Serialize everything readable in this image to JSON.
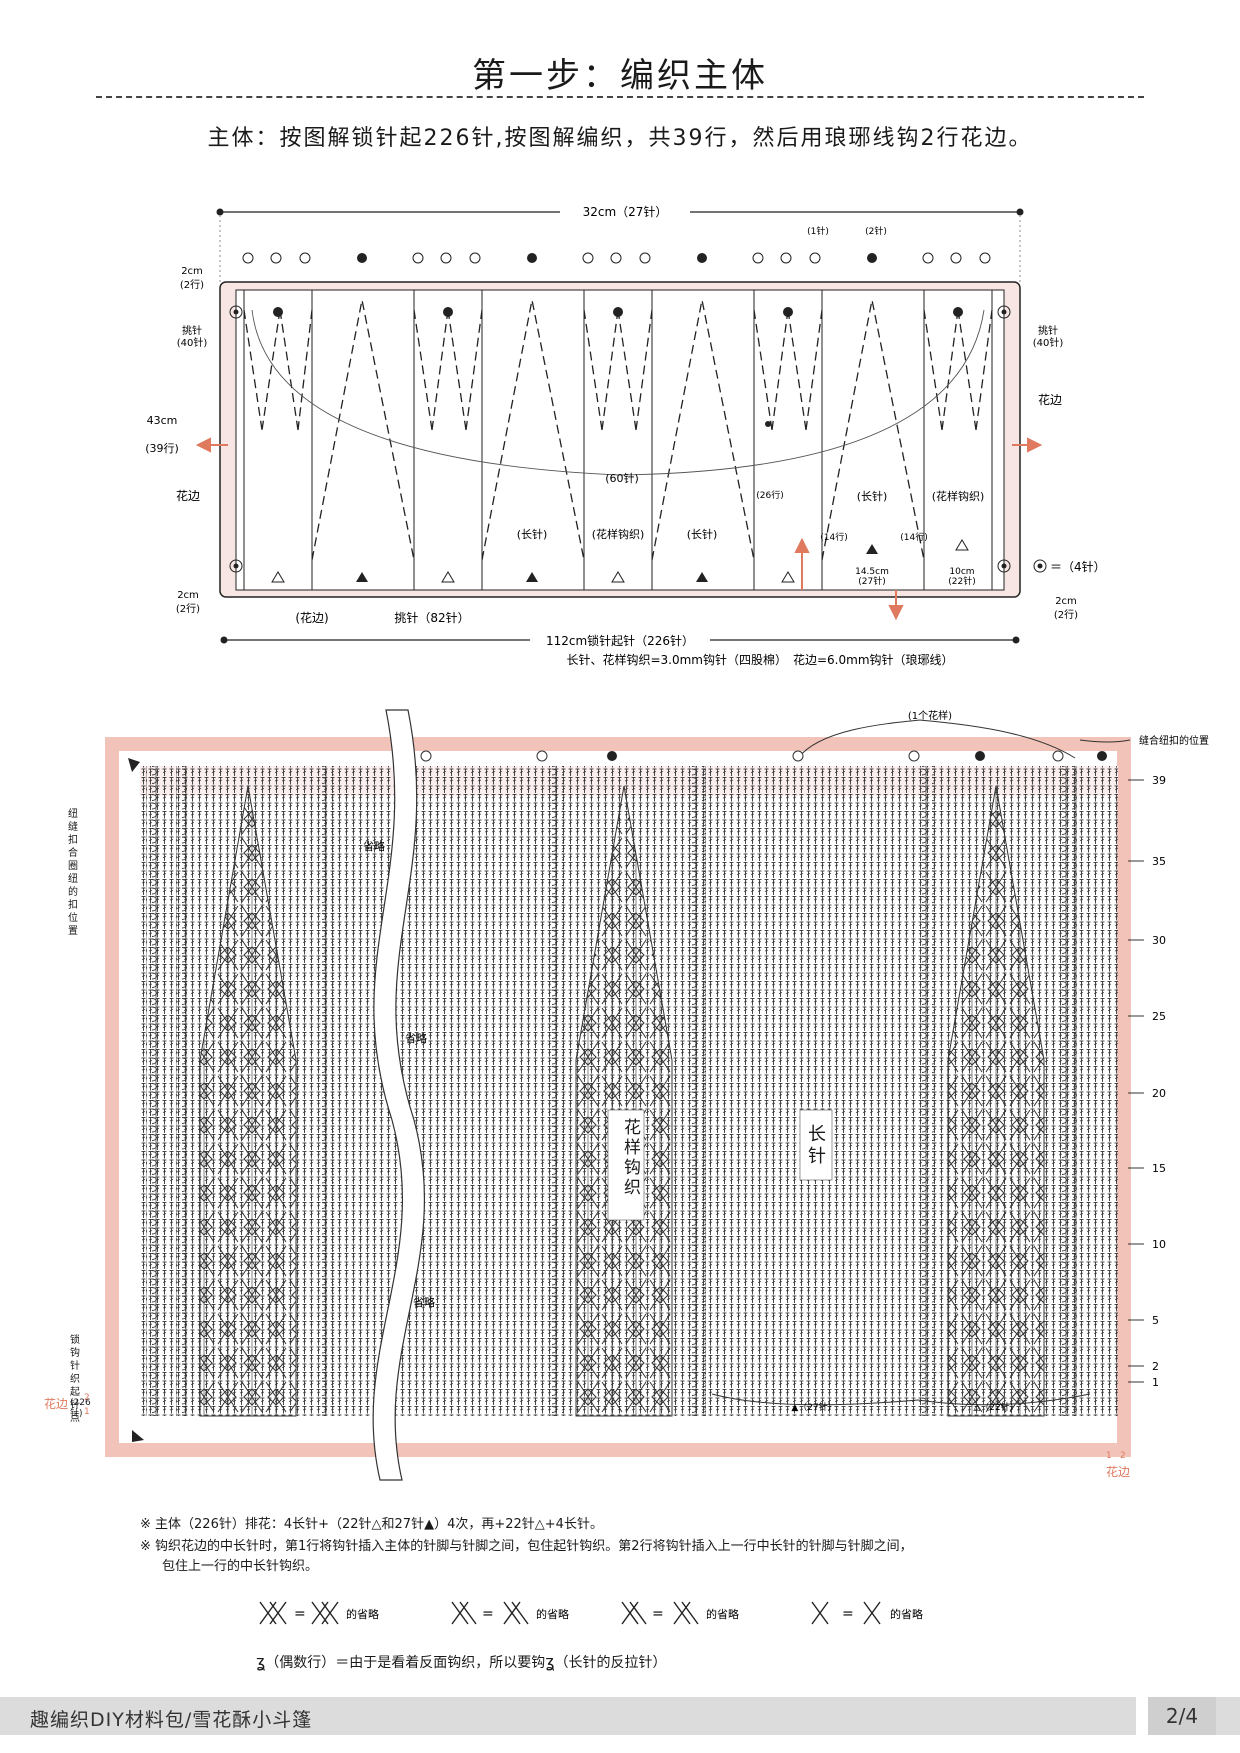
{
  "title": "第一步：编织主体",
  "intro": "主体：按图解锁针起226针,按图解编织，共39行，然后用琅琊线钩2行花边。",
  "schematic": {
    "top_width": "32cm（27针）",
    "stitch_1": "(1针)",
    "stitch_2": "(2针)",
    "dim_2cm": "2cm",
    "dim_2rows": "(2行)",
    "pickup": "挑针",
    "pickup_count": "(40针)",
    "height": "43cm",
    "height_rows": "(39行)",
    "edging": "花边",
    "span_60": "(60针)",
    "rows_26": "(26行)",
    "rows_14": "(14行)",
    "dc": "(长针)",
    "pattern": "(花样钩织)",
    "width_145": "14.5cm",
    "stitches_27": "(27针)",
    "width_10": "10cm",
    "stitches_22": "(22针)",
    "legend_dot": "＝（4针）",
    "edging_label": "(花边)",
    "pickup_82": "挑针（82针）",
    "bottom_chain": "112cm锁针起针（226针）",
    "hooks": "长针、花样钩织=3.0mm钩针（四股棉）　花边=6.0mm钩针（琅琊线）"
  },
  "chart": {
    "one_repeat": "(1个花样)",
    "edging": "花边",
    "row_labels": [
      "39",
      "35",
      "30",
      "25",
      "20",
      "15",
      "10",
      "5",
      "2",
      "1"
    ],
    "edge_rows": [
      "2",
      "1"
    ],
    "button_left": "纽缝扣合圈纽的扣位置",
    "button_right": "缝合纽扣的位置",
    "chain_start": "锁钩针织起针点",
    "chain_count": "(226针)",
    "omit": "省略",
    "pattern_label": "花样钩织",
    "dc_label": "长针",
    "bottom_27": "▲（27针）",
    "bottom_22": "△（22针）"
  },
  "notes": [
    "※ 主体（226针）排花：4长针+（22针△和27针▲）4次，再+22针△+4长针。",
    "※ 钩织花边的中长针时，第1行将钩针插入主体的针脚与针脚之间，包住起针钩织。第2行将钩针插入上一行中长针的针脚与针脚之间，",
    "包住上一行的中长针钩织。"
  ],
  "symbols": [
    "的省略",
    "的省略",
    "的省略",
    "的省略"
  ],
  "reverse_note": "（偶数行）＝由于是看着反面钩织，所以要钩",
  "reverse_note_2": "（长针的反拉针）",
  "footer": "趣编织DIY材料包/雪花酥小斗篷",
  "page": "2/4",
  "colors": {
    "accent": "#e07a5f",
    "panel": "#f7e6e3",
    "ink": "#1a1a1a"
  }
}
